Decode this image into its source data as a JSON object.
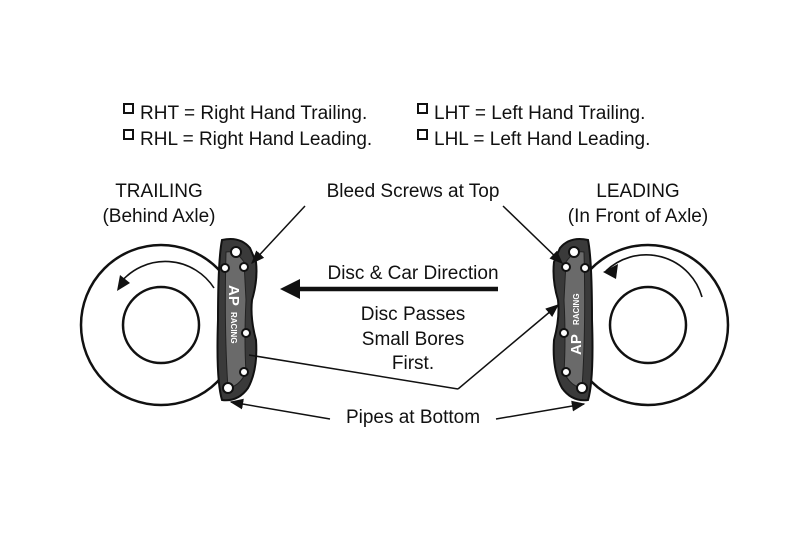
{
  "legend": {
    "items": [
      {
        "label": "RHT = Right Hand Trailing."
      },
      {
        "label": "LHT = Left Hand Trailing."
      },
      {
        "label": "RHL = Right Hand Leading."
      },
      {
        "label": "LHL = Left Hand Leading."
      }
    ]
  },
  "left_wheel": {
    "title": "TRAILING",
    "subtitle": "(Behind Axle)"
  },
  "right_wheel": {
    "title": "LEADING",
    "subtitle": "(In Front of Axle)"
  },
  "labels": {
    "bleed_screws": "Bleed Screws at Top",
    "direction": "Disc & Car Direction",
    "disc_passes_1": "Disc Passes",
    "disc_passes_2": "Small Bores",
    "disc_passes_3": "First.",
    "pipes": "Pipes at Bottom"
  },
  "caliper": {
    "brand_logo": "AP",
    "brand_text": "RACING"
  },
  "colors": {
    "ink": "#111111",
    "caliper_fill": "#3a3a3a",
    "background": "#ffffff"
  }
}
